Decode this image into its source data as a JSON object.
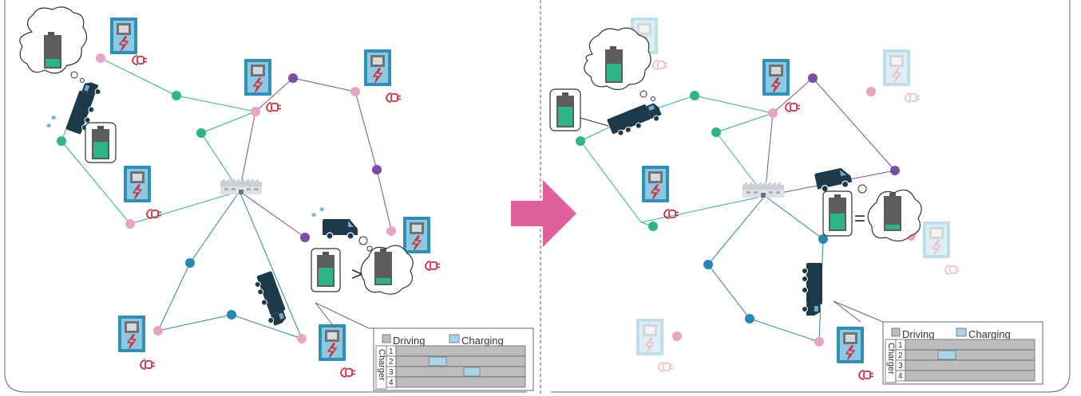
{
  "colors": {
    "green": "#2db589",
    "purple": "#7b4ea3",
    "blue": "#2a86b3",
    "pink": "#e6a5c4",
    "vehicle": "#1d3a4a",
    "charger": "#2e90b5",
    "plug": "#d32f3f",
    "arrow": "#e0609c",
    "driving": "#bdbdbd",
    "charging": "#a9d4ea"
  },
  "icons": [
    "charging-station-icon",
    "charging-plug-icon",
    "factory-icon",
    "truck-icon",
    "van-icon",
    "battery-icon",
    "thought-cloud-icon",
    "sweat-drops-icon",
    "arrow-right-icon"
  ],
  "left": {
    "comparison_symbol": ">",
    "schedule": {
      "legend_driving": "Driving",
      "legend_charging": "Charging",
      "axis_label": "Charger",
      "rows": [
        "1",
        "2",
        "3",
        "4"
      ]
    }
  },
  "right": {
    "comparison_symbol": "=",
    "schedule": {
      "legend_driving": "Driving",
      "legend_charging": "Charging",
      "axis_label": "Charger",
      "rows": [
        "1",
        "2",
        "3",
        "4"
      ]
    }
  }
}
